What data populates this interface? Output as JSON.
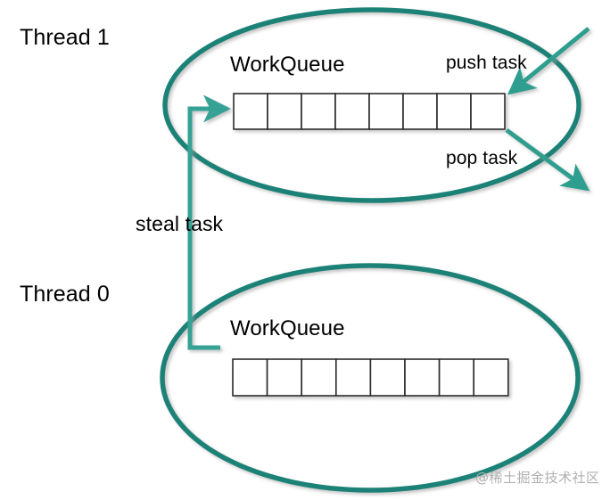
{
  "diagram": {
    "title_hidden": "Work-stealing queues between threads",
    "background": "#ffffff",
    "colors": {
      "ellipse_stroke": "#1a8277",
      "arrow_push_pop": "#2f9e8f",
      "arrow_steal": "#35a295",
      "cell_border": "#2b2b2b",
      "text": "#000000",
      "watermark": "#b0b0b0"
    },
    "threads": [
      {
        "id": "thread-1",
        "label": "Thread 1",
        "queue_label": "WorkQueue",
        "queue_cells": 8,
        "operations": [
          {
            "name": "push-task",
            "label": "push task",
            "direction": "into-queue-right"
          },
          {
            "name": "pop-task",
            "label": "pop task",
            "direction": "out-of-queue-right"
          }
        ]
      },
      {
        "id": "thread-0",
        "label": "Thread 0",
        "queue_label": "WorkQueue",
        "queue_cells": 8,
        "operations": []
      }
    ],
    "steal": {
      "label": "steal task",
      "from": "thread-0-queue-left",
      "to": "thread-1-queue-left"
    },
    "watermark": "@稀土掘金技术社区"
  }
}
